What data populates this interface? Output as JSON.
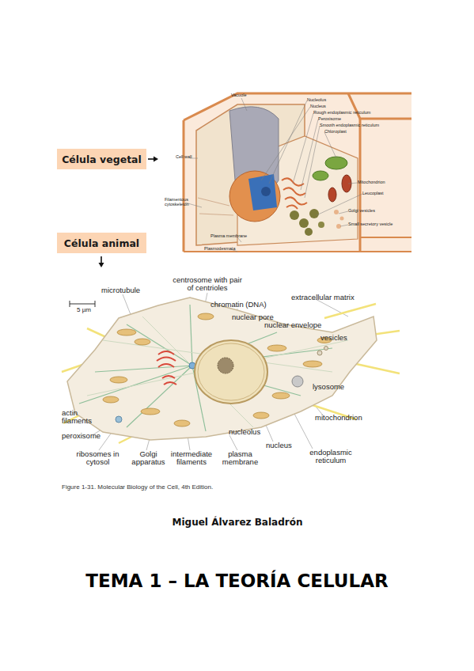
{
  "diagram": {
    "title": "TEMA 1 – LA TEORÍA CELULAR",
    "caption": "Figure 1-31. Molecular Biology of the Cell, 4th Edition.",
    "nodes": [
      {
        "text": [
          "Célula vegetal"
        ]
      },
      {
        "text": [
          "Célula animal"
        ]
      }
    ],
    "labels": [
      "Vacuole",
      "Nucleolus",
      "Nucleus",
      "Rough endoplasmic reticulum",
      "Peroxisome",
      "Smooth endoplasmic reticulum",
      "Chloroplast",
      "Cell wall",
      "Mitochondrion",
      "Leucoplast",
      "Filamentous cytoskeleton",
      "Golgi vesicles",
      "Small secretory vesicle",
      "Plasma membrane",
      "Plasmodesmata",
      "microtubule",
      "centrosome with pair of centrioles",
      "chromatin (DNA)",
      "extracellular matrix",
      "5 µm",
      "nuclear pore",
      "nuclear envelope",
      "vesicles",
      "lysosome",
      "actin filaments",
      "nucleolus",
      "mitochondrion",
      "peroxisome",
      "nucleus",
      "ribosomes in cytosol",
      "Golgi apparatus",
      "intermediate filaments",
      "plasma membrane",
      "endoplasmic reticulum",
      "Miguel Álvarez Baladrón"
    ]
  }
}
